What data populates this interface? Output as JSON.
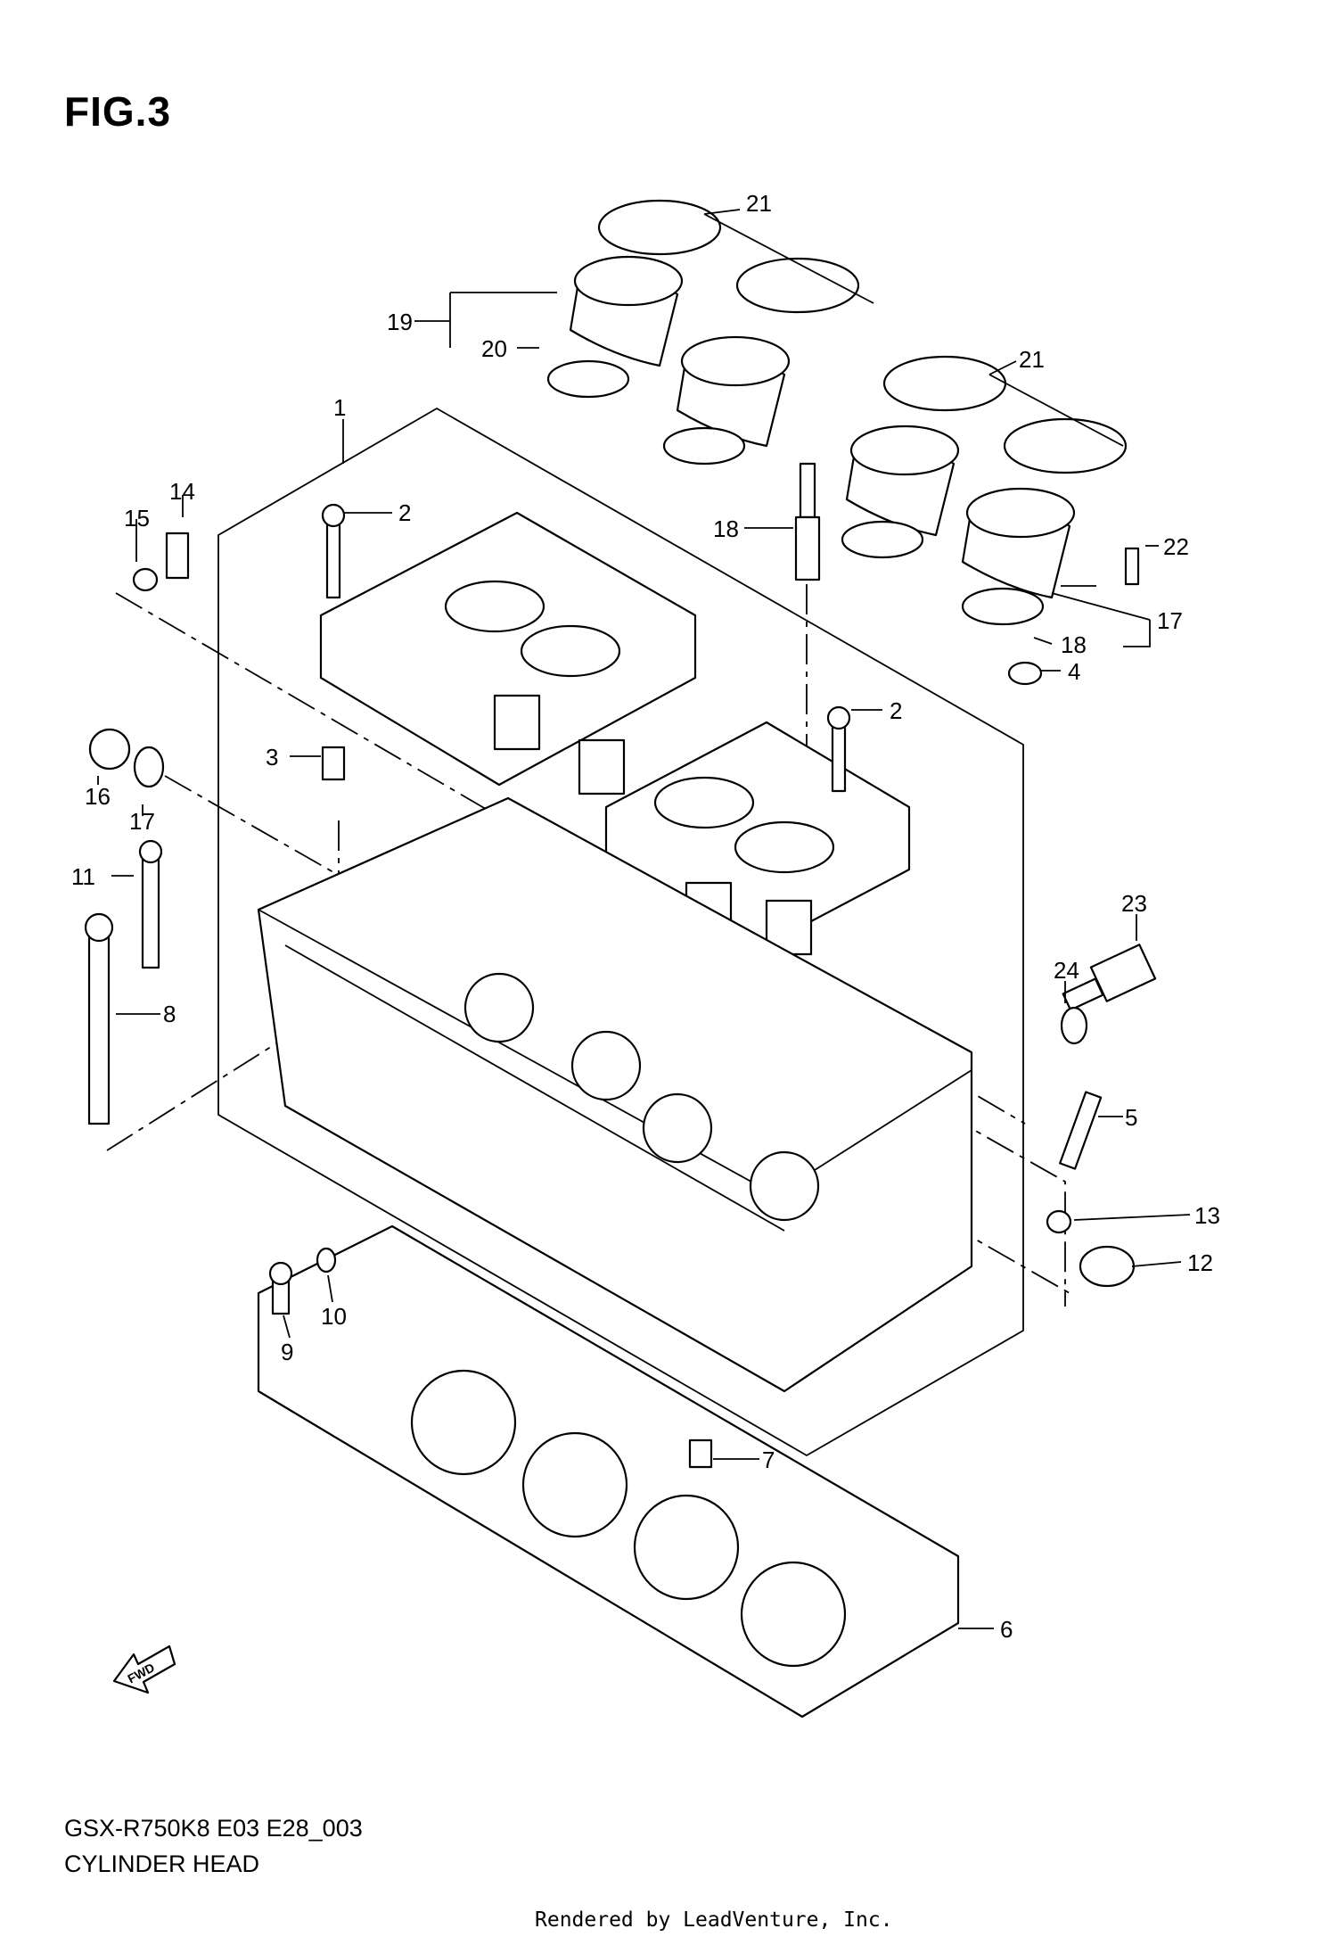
{
  "figure": {
    "title": "FIG.3"
  },
  "footer": {
    "model_code": "GSX-R750K8 E03 E28_003",
    "section_name": "CYLINDER HEAD",
    "render_credit": "Rendered by LeadVenture, Inc."
  },
  "direction_marker": {
    "label": "FWD"
  },
  "callouts": [
    {
      "label": "1"
    },
    {
      "label": "2"
    },
    {
      "label": "2"
    },
    {
      "label": "3"
    },
    {
      "label": "4"
    },
    {
      "label": "5"
    },
    {
      "label": "6"
    },
    {
      "label": "7"
    },
    {
      "label": "8"
    },
    {
      "label": "9"
    },
    {
      "label": "10"
    },
    {
      "label": "11"
    },
    {
      "label": "12"
    },
    {
      "label": "13"
    },
    {
      "label": "14"
    },
    {
      "label": "15"
    },
    {
      "label": "16"
    },
    {
      "label": "17"
    },
    {
      "label": "17"
    },
    {
      "label": "18"
    },
    {
      "label": "18"
    },
    {
      "label": "19"
    },
    {
      "label": "20"
    },
    {
      "label": "21"
    },
    {
      "label": "21"
    },
    {
      "label": "22"
    },
    {
      "label": "23"
    },
    {
      "label": "24"
    }
  ]
}
